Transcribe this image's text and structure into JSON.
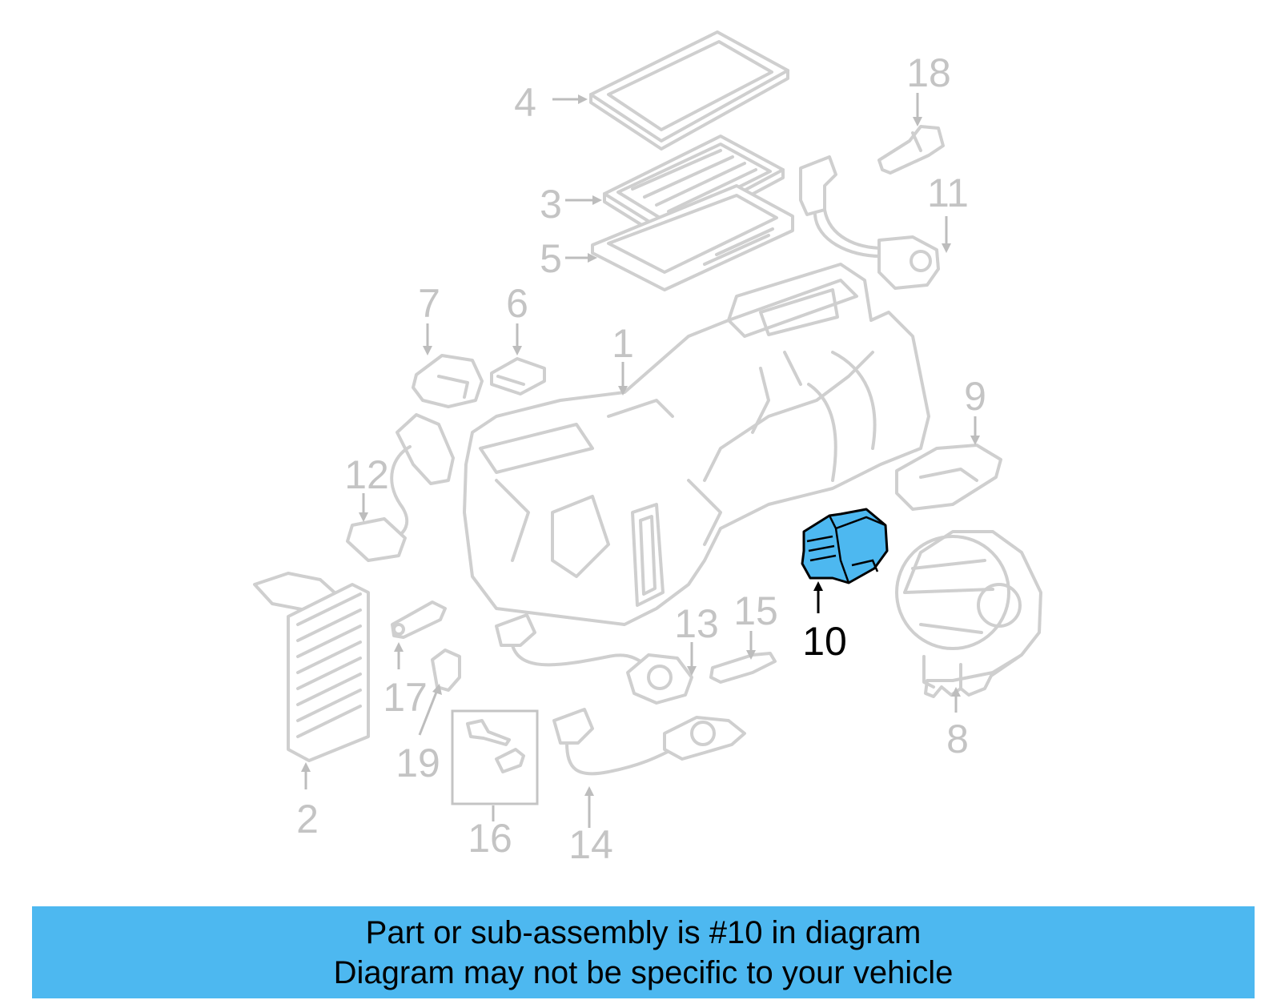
{
  "callouts": {
    "c1": "1",
    "c2": "2",
    "c3": "3",
    "c4": "4",
    "c5": "5",
    "c6": "6",
    "c7": "7",
    "c8": "8",
    "c9": "9",
    "c10": "10",
    "c11": "11",
    "c12": "12",
    "c13": "13",
    "c14": "14",
    "c15": "15",
    "c16": "16",
    "c17": "17",
    "c18": "18",
    "c19": "19"
  },
  "highlight_color": "#4db8f0",
  "banner": {
    "line1": "Part or sub-assembly is #10 in diagram",
    "line2": "Diagram may not be specific to your vehicle"
  }
}
